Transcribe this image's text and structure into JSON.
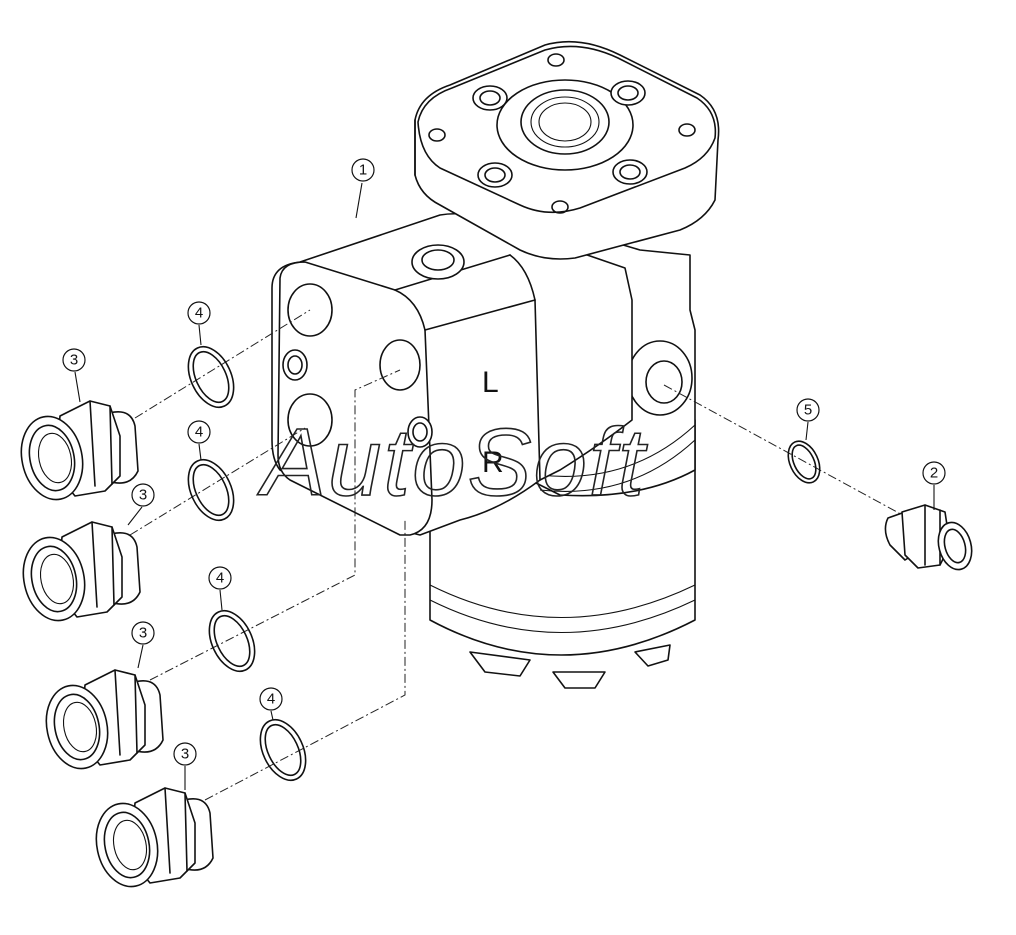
{
  "callouts": {
    "c1": "1",
    "c2": "2",
    "c3a": "3",
    "c3b": "3",
    "c3c": "3",
    "c3d": "3",
    "c4a": "4",
    "c4b": "4",
    "c4c": "4",
    "c4d": "4",
    "c5": "5"
  },
  "ports": {
    "left": "L",
    "right": "R"
  },
  "watermark": "AutoSoft"
}
